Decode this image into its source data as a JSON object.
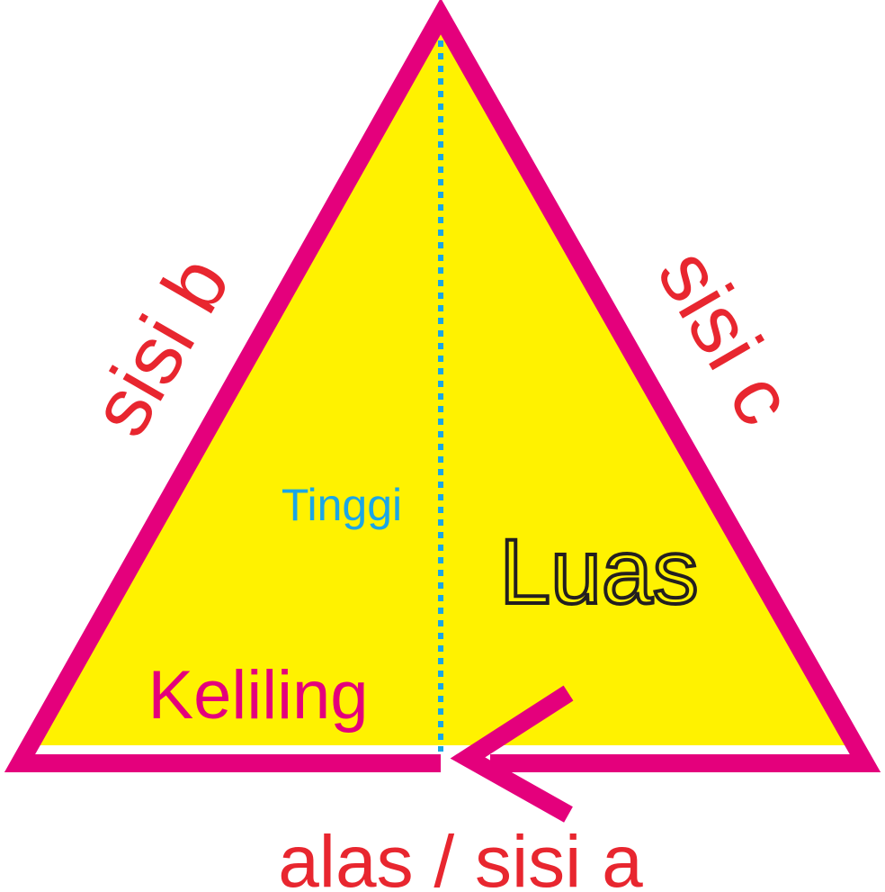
{
  "labels": {
    "side_b": "sisi b",
    "side_c": "sisi c",
    "height": "Tinggi",
    "area": "Luas",
    "perimeter": "Keliling",
    "base": "alas / sisi a"
  },
  "colors": {
    "background": "#ffffff",
    "fill": "#fff200",
    "outline": "#e4007c",
    "side_labels": "#e8262f",
    "height_line": "#1aa6e6",
    "area_outline": "#231f20"
  }
}
